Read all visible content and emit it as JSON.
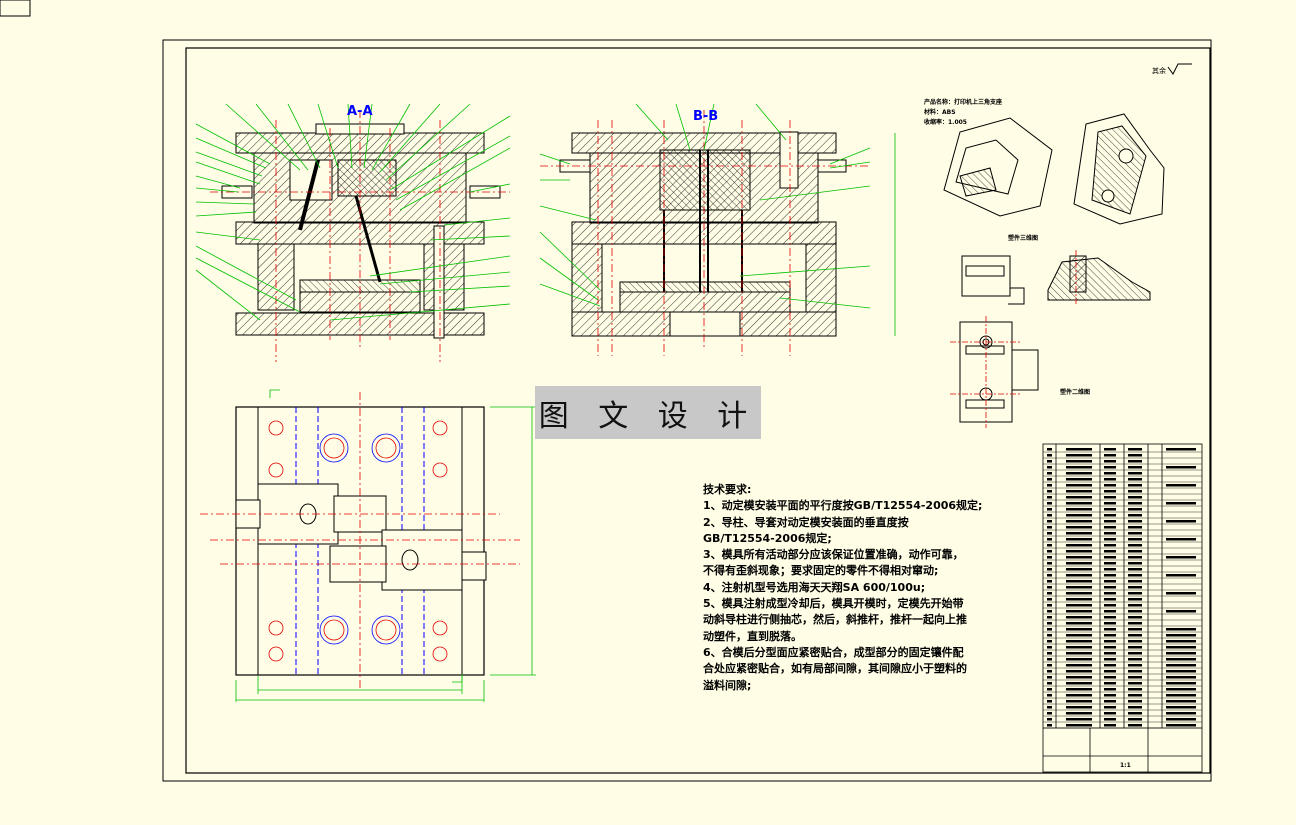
{
  "drawing": {
    "section_a_label": "A-A",
    "section_b_label": "B-B",
    "watermark_text": "图 文 设 计",
    "scale_text": "1:1",
    "surface_finish": "其余",
    "tech_requirements": {
      "title": "技术要求:",
      "lines": [
        "1、动定模安装平面的平行度按GB/T12554-2006规定;",
        "2、导柱、导套对动定模安装面的垂直度按",
        "GB/T12554-2006规定;",
        "3、模具所有活动部分应该保证位置准确，动作可靠，",
        "不得有歪斜现象；要求固定的零件不得相对窜动;",
        "4、注射机型号选用海天天翔SA 600/100u;",
        "5、模具注射成型冷却后，模具开模时，定模先开始带",
        "动斜导柱进行侧抽芯，然后，斜推杆，推杆一起向上推",
        "动塑件，直到脱落。",
        "6、合模后分型面应紧密贴合，成型部分的固定镶件配",
        "合处应紧密贴合，如有局部间隙，其间隙应小于塑料的",
        "溢料间隙;"
      ]
    },
    "part_info_lines": [
      "产品名称：打印机上三角支座",
      "材料：ABS",
      "收缩率：1.005"
    ],
    "view_captions": [
      "塑件三维图",
      "塑件二维图"
    ],
    "colors": {
      "background": "#fffde5",
      "line": "#000000",
      "center_line": "#e00000",
      "leader": "#00c000",
      "hidden_line": "#0000ff",
      "label_blue": "#0000ff",
      "watermark_bg": "#c8c8c8"
    }
  }
}
